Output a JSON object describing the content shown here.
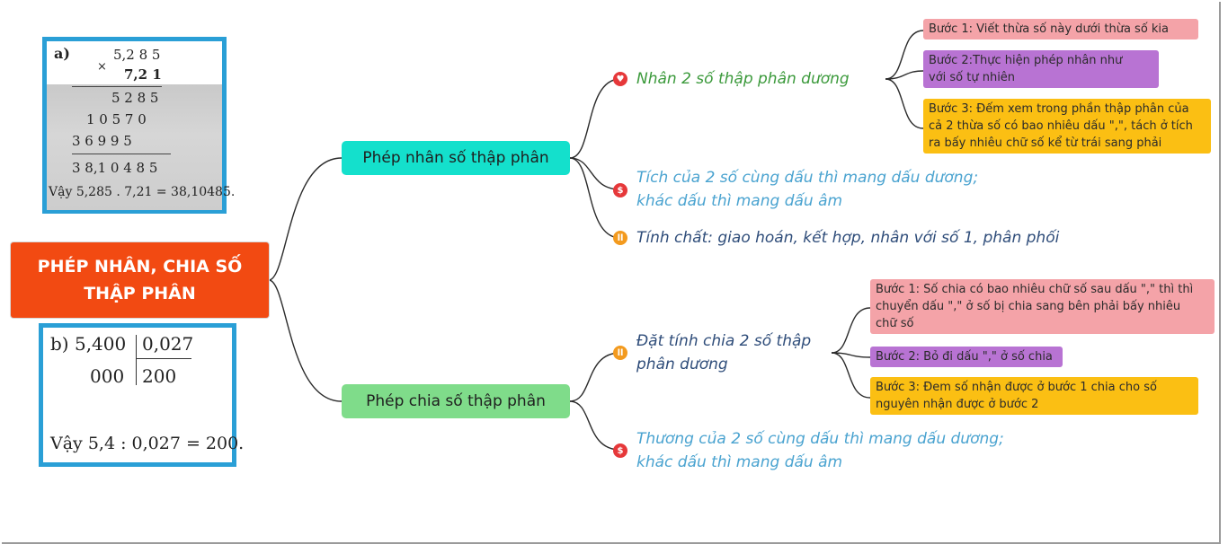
{
  "root": {
    "title": "PHÉP NHÂN, CHIA SỐ THẬP PHÂN"
  },
  "branches": [
    {
      "label": "Phép nhân số thập phân"
    },
    {
      "label": "Phép chia số thập phân"
    }
  ],
  "topics": {
    "mul_steps": {
      "text": "Nhân 2 số thập phân dương",
      "marker": "heart-icon",
      "color": "#3c9a3c"
    },
    "mul_sign": {
      "line1": "Tích của 2 số cùng dấu thì mang dấu dương;",
      "line2": "khác dấu thì mang dấu âm",
      "marker": "dollar-icon",
      "color": "#4aa3d0"
    },
    "mul_props": {
      "text": "Tính chất: giao hoán, kết hợp, nhân với số 1, phân phối",
      "marker": "pause-icon",
      "color": "#2f4d7a"
    },
    "div_steps": {
      "line1": "Đặt tính chia 2 số thập",
      "line2": "phân dương",
      "marker": "pause-icon",
      "color": "#2f4d7a"
    },
    "div_sign": {
      "line1": "Thương của 2 số cùng dấu thì mang dấu dương;",
      "line2": "khác dấu thì mang dấu âm",
      "marker": "dollar-icon",
      "color": "#4aa3d0"
    }
  },
  "notes": {
    "mul": [
      {
        "lines": [
          "Bước 1: Viết thừa số này dưới thừa số kia"
        ]
      },
      {
        "lines": [
          "Bước 2:Thực hiện phép nhân như",
          "với số tự nhiên"
        ]
      },
      {
        "lines": [
          "Bước 3: Đếm xem trong phần thập phân của",
          "cả 2 thừa số có bao nhiêu dấu \",\", tách ở tích",
          "ra bấy nhiêu chữ số kể từ trái sang phải"
        ]
      }
    ],
    "div": [
      {
        "lines": [
          "Bước 1: Số chia có bao nhiêu chữ số sau dấu \",\" thì thì",
          "chuyển dấu \",\" ở số bị chia sang bên phải bấy nhiêu",
          "chữ số"
        ]
      },
      {
        "lines": [
          "Bước 2: Bỏ đi dấu \",\" ở số chia"
        ]
      },
      {
        "lines": [
          "Bước 3: Đem số nhận được ở bước 1 chia cho số",
          "nguyên nhận được ở bước 2"
        ]
      }
    ]
  },
  "example_a": {
    "label": "a)",
    "lines": [
      "5,2 8 5",
      "×",
      "7,2 1",
      "5 2 8 5",
      "1 0 5 7 0",
      "3 6 9 9 5",
      "3 8,1 0 4 8 5",
      "Vậy 5,285 . 7,21 = 38,10485."
    ]
  },
  "example_b": {
    "lines": [
      "b) 5,400",
      "0,027",
      "000",
      "200",
      "Vậy 5,4 : 0,027 = 200."
    ]
  }
}
